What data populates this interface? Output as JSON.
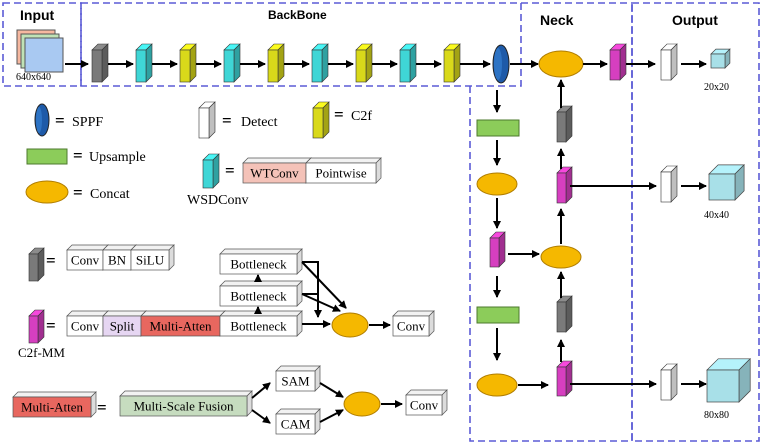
{
  "sections": {
    "input": "Input",
    "backbone": "BackBone",
    "neck": "Neck",
    "output": "Output"
  },
  "input_size": "640x640",
  "output_sizes": [
    "20x20",
    "40x40",
    "80x80"
  ],
  "legend": {
    "sppf": "SPPF",
    "detect": "Detect",
    "c2f": "C2f",
    "upsample": "Upsample",
    "concat": "Concat",
    "wtconv": "WTConv",
    "pointwise": "Pointwise",
    "wsdconv": "WSDConv"
  },
  "conv_block": {
    "conv": "Conv",
    "bn": "BN",
    "silu": "SiLU"
  },
  "c2f_mm": {
    "name": "C2f-MM",
    "conv": "Conv",
    "split": "Split",
    "multi_atten": "Multi-Atten",
    "bottlenecks": [
      "Bottleneck",
      "Bottleneck",
      "Bottleneck"
    ],
    "out_conv": "Conv"
  },
  "multi_atten": {
    "name": "Multi-Atten",
    "fusion": "Multi-Scale Fusion",
    "sam": "SAM",
    "cam": "CAM",
    "out_conv": "Conv"
  },
  "equals_sign": "=",
  "colors": {
    "dash": "#5b5bd6",
    "cyan": "#3fd6d6",
    "yellow": "#d9d91a",
    "gray": "#7a7a7a",
    "blue": "#1e5aa8",
    "green": "#8ccc5a",
    "orange": "#f5b800",
    "magenta": "#d63fc0",
    "wtconv": "#f4c2b8",
    "multi_atten": "#e8675f",
    "fusion": "#c6dcbf",
    "split": "#e6d6f2",
    "cube": "#a8e0e8",
    "white": "#ffffff"
  },
  "icons": [
    "arrow-icon",
    "prism-block-icon",
    "cylinder-icon",
    "ellipse-icon",
    "cube-icon"
  ]
}
